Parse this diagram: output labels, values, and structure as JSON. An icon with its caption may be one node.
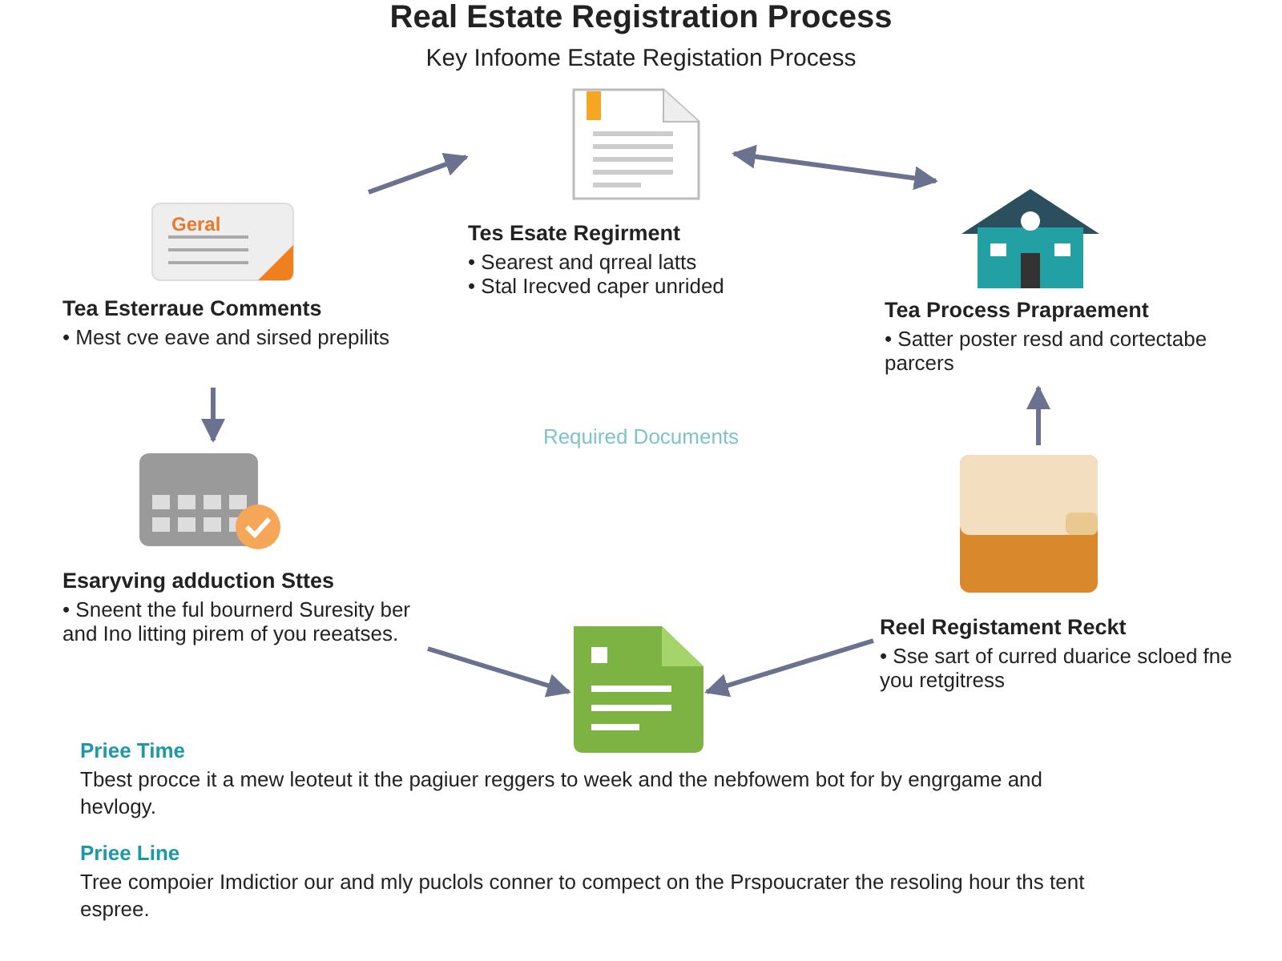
{
  "diagram": {
    "title": "Real Estate Registration Process",
    "nodes": [
      {
        "text": [
          "Tes Esate Regirment",
          "• Searest and qrreal latts",
          "• Stal Irecved caper unrided"
        ]
      },
      {
        "text": [
          "Geral",
          "Tea Esterraue Comments",
          "• Mest cve eave and sirsed prepilits"
        ]
      },
      {
        "text": [
          "Tea Process Prapraement",
          "• Satter poster resd and cortectabe parcers"
        ]
      },
      {
        "text": [
          "Esaryving adduction Sttes",
          "• Sneent the ful bournerd Suresity ber and Ino litting pirem of you reeatses."
        ]
      },
      {
        "text": [
          "Reel Registament Reckt",
          "• Sse sart of curred duarice scloed fne you retgitress"
        ]
      },
      {
        "text": [],
        "shape": "picture"
      }
    ],
    "edges": [
      {
        "from": 1,
        "to": 0,
        "arrow": "to"
      },
      {
        "from": 0,
        "to": 2,
        "arrow": "both"
      },
      {
        "from": 1,
        "to": 3,
        "arrow": "to"
      },
      {
        "from": 4,
        "to": 2,
        "arrow": "to"
      },
      {
        "from": 3,
        "to": 5,
        "arrow": "to"
      },
      {
        "from": 4,
        "to": 5,
        "arrow": "to"
      }
    ],
    "labels": [
      "Key Infoome Estate Registation Process",
      "Required Documents",
      "Priee Time",
      "Tbest procce it a mew leoteut it the pagiuer reggers to week and the nebfowem bot for by engrgame and hevlogy.",
      "Priee Line",
      "Tree compoier Imdictior our and mly puclols conner to compect on the Prspoucrater the resoling hour ths tent espree."
    ]
  }
}
